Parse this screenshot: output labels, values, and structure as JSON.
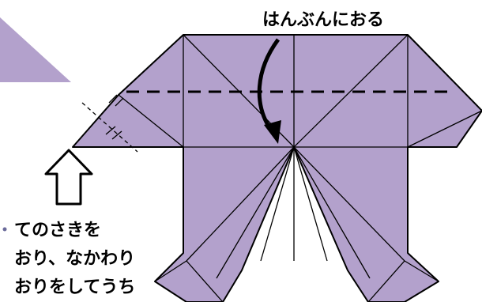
{
  "diagram": {
    "top_label": "はんぶんにおる",
    "side_label_lines": [
      "てのさきを",
      "おり、なかわり",
      "おりをしてうち"
    ]
  },
  "colors": {
    "paper": "#b3a1cc",
    "line": "#000000",
    "background": "#ffffff"
  }
}
